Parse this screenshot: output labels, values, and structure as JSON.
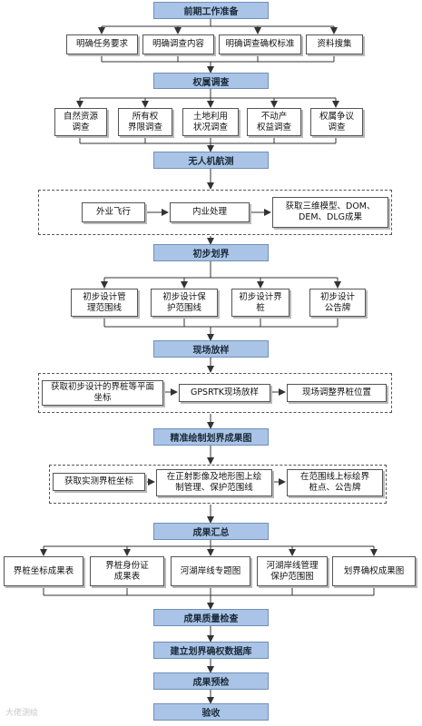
{
  "stages": {
    "prep": "前期工作准备",
    "ownership": "权属调查",
    "uav": "无人机航测",
    "initial": "初步划界",
    "stakeout": "现场放样",
    "precise": "精准绘制划界成果图",
    "summary": "成果汇总",
    "quality": "成果质量检查",
    "database": "建立划界确权数据库",
    "precheck": "成果预检",
    "acceptance": "验收"
  },
  "prep_items": [
    "明确任务要求",
    "明确调查内容",
    "明确调查确权标准",
    "资料搜集"
  ],
  "ownership_items": [
    "自然资源\n调查",
    "所有权\n界限调查",
    "土地利用\n状况调查",
    "不动产\n权益调查",
    "权属争议\n调查"
  ],
  "uav_items": [
    "外业飞行",
    "内业处理",
    "获取三维模型、DOM、\nDEM、DLG成果"
  ],
  "initial_items": [
    "初步设计管\n理范围线",
    "初步设计保\n护范围线",
    "初步设计界\n桩",
    "初步设计\n公告牌"
  ],
  "stakeout_items": [
    "获取初步设计的界桩等平面\n坐标",
    "GPSRTK现场放样",
    "现场调整界桩位置"
  ],
  "precise_items": [
    "获取实测界桩坐标",
    "在正射影像及地形图上绘\n制管理、保护范围线",
    "在范围线上标绘界\n桩点、公告牌"
  ],
  "summary_items": [
    "界桩坐标成果表",
    "界桩身份证\n成果表",
    "河湖岸线专题图",
    "河湖岸线管理\n保护范围图",
    "划界确权成果图"
  ],
  "watermark": "大佬测绘"
}
